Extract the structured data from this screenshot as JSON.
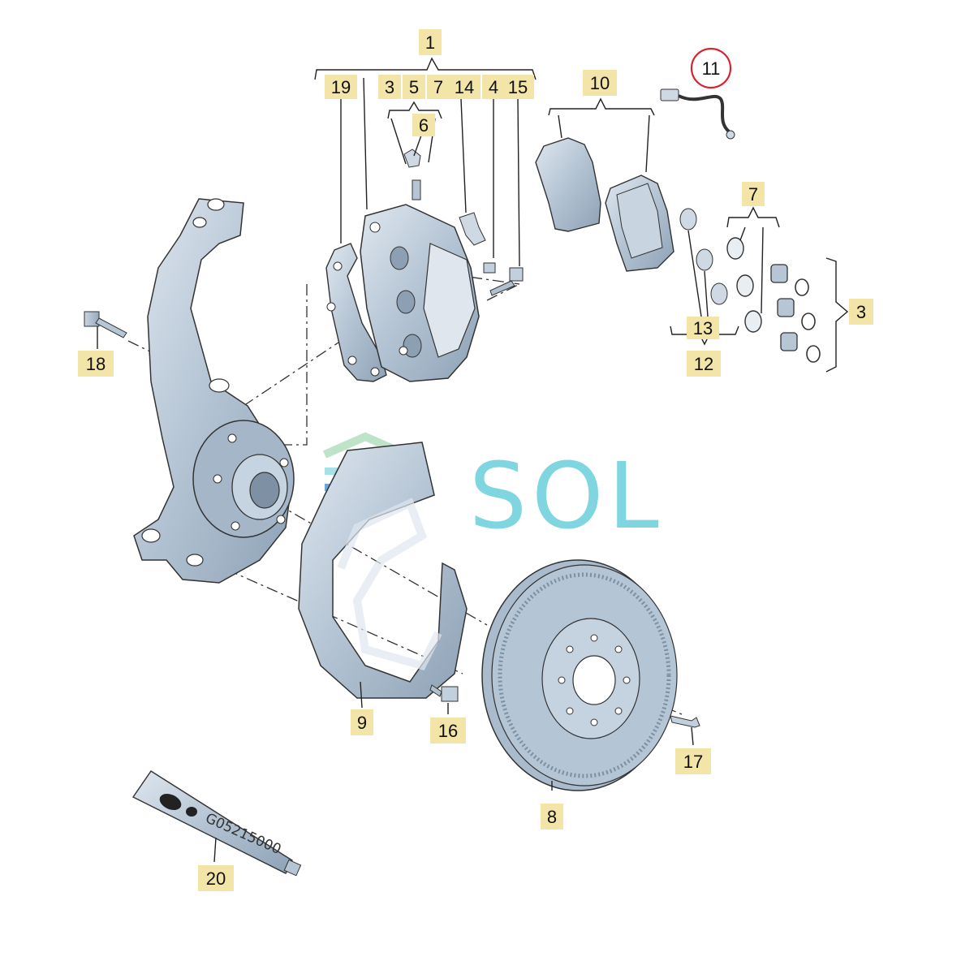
{
  "watermark": {
    "text": "SOL",
    "color": "#7fd6e0"
  },
  "tube_label": "G05215000",
  "highlighted_callout": "11",
  "highlight_color": "#d9232e",
  "callout_box_color": "#f3e4a8",
  "part_fill": "#b9c8d8",
  "callouts": {
    "c1": "1",
    "c19": "19",
    "c3a": "3",
    "c5": "5",
    "c7a": "7",
    "c14": "14",
    "c4": "4",
    "c15": "15",
    "c6": "6",
    "c10": "10",
    "c11": "11",
    "c7b": "7",
    "c3b": "3",
    "c13": "13",
    "c12": "12",
    "c18": "18",
    "c9": "9",
    "c16": "16",
    "c17": "17",
    "c8": "8",
    "c20": "20"
  }
}
